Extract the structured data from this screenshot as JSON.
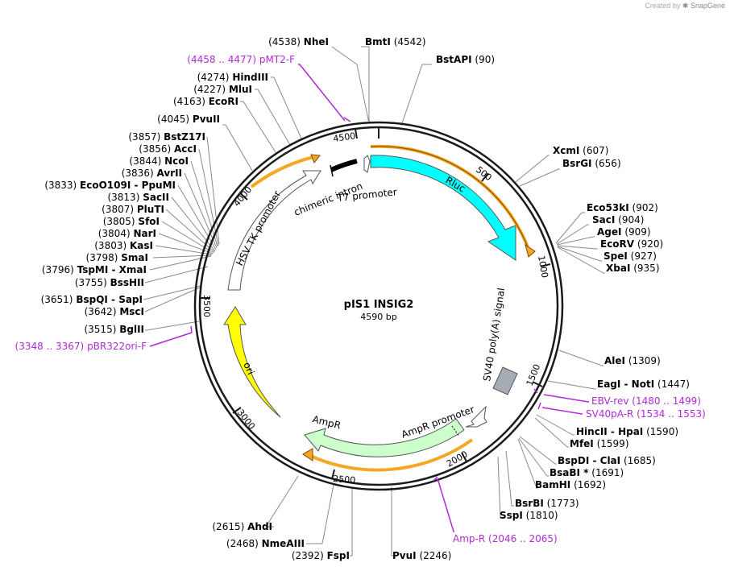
{
  "credit": {
    "prefix": "Created by",
    "brand": "SnapGene"
  },
  "plasmid": {
    "name": "pIS1 INSIG2",
    "size_label": "4590 bp",
    "length": 4590
  },
  "ticks": [
    "500",
    "1000",
    "1500",
    "2000",
    "2500",
    "3000",
    "3500",
    "4000",
    "4500"
  ],
  "features": [
    {
      "name": "Rluc",
      "color": "#00ffff"
    },
    {
      "name": "T7 promoter"
    },
    {
      "name": "chimeric intron"
    },
    {
      "name": "HSV TK promoter"
    },
    {
      "name": "SV40 poly(A) signal",
      "color": "#a6acb3"
    },
    {
      "name": "AmpR promoter"
    },
    {
      "name": "AmpR",
      "color": "#ccffcc"
    },
    {
      "name": "ori",
      "color": "#ffff00"
    }
  ],
  "sites": [
    {
      "id": "nhei",
      "enzyme": "NheI",
      "pos": "(4538)",
      "side": "L"
    },
    {
      "id": "bmti",
      "enzyme": "BmtI",
      "pos": "(4542)",
      "side": "R"
    },
    {
      "id": "bstapi",
      "enzyme": "BstAPI",
      "pos": "(90)",
      "side": "R"
    },
    {
      "id": "xcmi",
      "enzyme": "XcmI",
      "pos": "(607)",
      "side": "R"
    },
    {
      "id": "bsrgi",
      "enzyme": "BsrGI",
      "pos": "(656)",
      "side": "R"
    },
    {
      "id": "eco53ki",
      "enzyme": "Eco53kI",
      "pos": "(902)",
      "side": "R"
    },
    {
      "id": "saci",
      "enzyme": "SacI",
      "pos": "(904)",
      "side": "R"
    },
    {
      "id": "agei",
      "enzyme": "AgeI",
      "pos": "(909)",
      "side": "R"
    },
    {
      "id": "ecorv",
      "enzyme": "EcoRV",
      "pos": "(920)",
      "side": "R"
    },
    {
      "id": "spei",
      "enzyme": "SpeI",
      "pos": "(927)",
      "side": "R"
    },
    {
      "id": "xbai",
      "enzyme": "XbaI",
      "pos": "(935)",
      "side": "R"
    },
    {
      "id": "alei",
      "enzyme": "AleI",
      "pos": "(1309)",
      "side": "R"
    },
    {
      "id": "eagi",
      "enzyme": "EagI - NotI",
      "pos": "(1447)",
      "side": "R"
    },
    {
      "id": "hincii",
      "enzyme": "HincII - HpaI",
      "pos": "(1590)",
      "side": "R"
    },
    {
      "id": "mfei",
      "enzyme": "MfeI",
      "pos": "(1599)",
      "side": "R"
    },
    {
      "id": "bspdi",
      "enzyme": "BspDI - ClaI",
      "pos": "(1685)",
      "side": "R"
    },
    {
      "id": "bsabi",
      "enzyme": "BsaBI *",
      "pos": "(1691)",
      "side": "R"
    },
    {
      "id": "bamhi",
      "enzyme": "BamHI",
      "pos": "(1692)",
      "side": "R"
    },
    {
      "id": "bsrbi",
      "enzyme": "BsrBI",
      "pos": "(1773)",
      "side": "R"
    },
    {
      "id": "sspi",
      "enzyme": "SspI",
      "pos": "(1810)",
      "side": "R"
    },
    {
      "id": "pvui",
      "enzyme": "PvuI",
      "pos": "(2246)",
      "side": "R"
    },
    {
      "id": "fspi",
      "enzyme": "FspI",
      "pos": "(2392)",
      "side": "L"
    },
    {
      "id": "nmeaiii",
      "enzyme": "NmeAIII",
      "pos": "(2468)",
      "side": "L"
    },
    {
      "id": "ahdi",
      "enzyme": "AhdI",
      "pos": "(2615)",
      "side": "L"
    },
    {
      "id": "bglii",
      "enzyme": "BglII",
      "pos": "(3515)",
      "side": "L"
    },
    {
      "id": "msci",
      "enzyme": "MscI",
      "pos": "(3642)",
      "side": "L"
    },
    {
      "id": "bspqi",
      "enzyme": "BspQI - SapI",
      "pos": "(3651)",
      "side": "L"
    },
    {
      "id": "bsshii",
      "enzyme": "BssHII",
      "pos": "(3755)",
      "side": "L"
    },
    {
      "id": "tspmi",
      "enzyme": "TspMI - XmaI",
      "pos": "(3796)",
      "side": "L"
    },
    {
      "id": "smai",
      "enzyme": "SmaI",
      "pos": "(3798)",
      "side": "L"
    },
    {
      "id": "kasi",
      "enzyme": "KasI",
      "pos": "(3803)",
      "side": "L"
    },
    {
      "id": "nari",
      "enzyme": "NarI",
      "pos": "(3804)",
      "side": "L"
    },
    {
      "id": "sfoi",
      "enzyme": "SfoI",
      "pos": "(3805)",
      "side": "L"
    },
    {
      "id": "pluti",
      "enzyme": "PluTI",
      "pos": "(3807)",
      "side": "L"
    },
    {
      "id": "sacii",
      "enzyme": "SacII",
      "pos": "(3813)",
      "side": "L"
    },
    {
      "id": "eco0109i",
      "enzyme": "EcoO109I - PpuMI",
      "pos": "(3833)",
      "side": "L"
    },
    {
      "id": "avrii",
      "enzyme": "AvrII",
      "pos": "(3836)",
      "side": "L"
    },
    {
      "id": "ncoi",
      "enzyme": "NcoI",
      "pos": "(3844)",
      "side": "L"
    },
    {
      "id": "acci",
      "enzyme": "AccI",
      "pos": "(3856)",
      "side": "L"
    },
    {
      "id": "bstz17i",
      "enzyme": "BstZ17I",
      "pos": "(3857)",
      "side": "L"
    },
    {
      "id": "pvuii",
      "enzyme": "PvuII",
      "pos": "(4045)",
      "side": "L"
    },
    {
      "id": "ecori",
      "enzyme": "EcoRI",
      "pos": "(4163)",
      "side": "L"
    },
    {
      "id": "mlui",
      "enzyme": "MluI",
      "pos": "(4227)",
      "side": "L"
    },
    {
      "id": "hindiii",
      "enzyme": "HindIII",
      "pos": "(4274)",
      "side": "L"
    }
  ],
  "primers": [
    {
      "id": "pmt2f",
      "name": "pMT2-F",
      "range": "(4458 .. 4477)",
      "side": "L"
    },
    {
      "id": "pbr322",
      "name": "pBR322ori-F",
      "range": "(3348 .. 3367)",
      "side": "L"
    },
    {
      "id": "ebvrev",
      "name": "EBV-rev",
      "range": "(1480 .. 1499)",
      "side": "R"
    },
    {
      "id": "sv40par",
      "name": "SV40pA-R",
      "range": "(1534 .. 1553)",
      "side": "R"
    },
    {
      "id": "ampr",
      "name": "Amp-R",
      "range": "(2046 .. 2065)",
      "side": "R"
    }
  ]
}
